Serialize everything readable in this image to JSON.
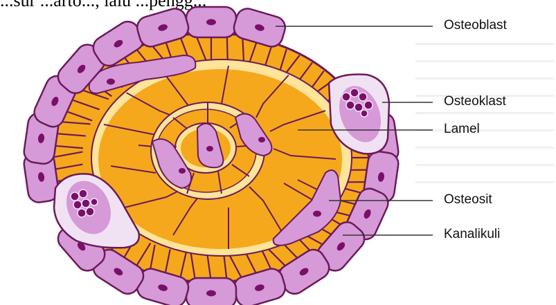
{
  "header_text": "...sur ...arto..., lalu ...pengg...",
  "labels": [
    {
      "key": "osteoblast",
      "text": "Osteoblast"
    },
    {
      "key": "osteoklast",
      "text": "Osteoklast"
    },
    {
      "key": "lamel",
      "text": "Lamel"
    },
    {
      "key": "osteosit",
      "text": "Osteosit"
    },
    {
      "key": "kanalikuli",
      "text": "Kanalikuli"
    }
  ],
  "colors": {
    "osteoblast_fill": "#d69ad8",
    "cell_outline": "#6b1a5a",
    "nucleus": "#7a0f6a",
    "matrix_orange": "#f5a81c",
    "lamella_yellow": "#ffe49a",
    "osteoclast_fill": "#f0e2f2",
    "leader_line": "#333333"
  }
}
